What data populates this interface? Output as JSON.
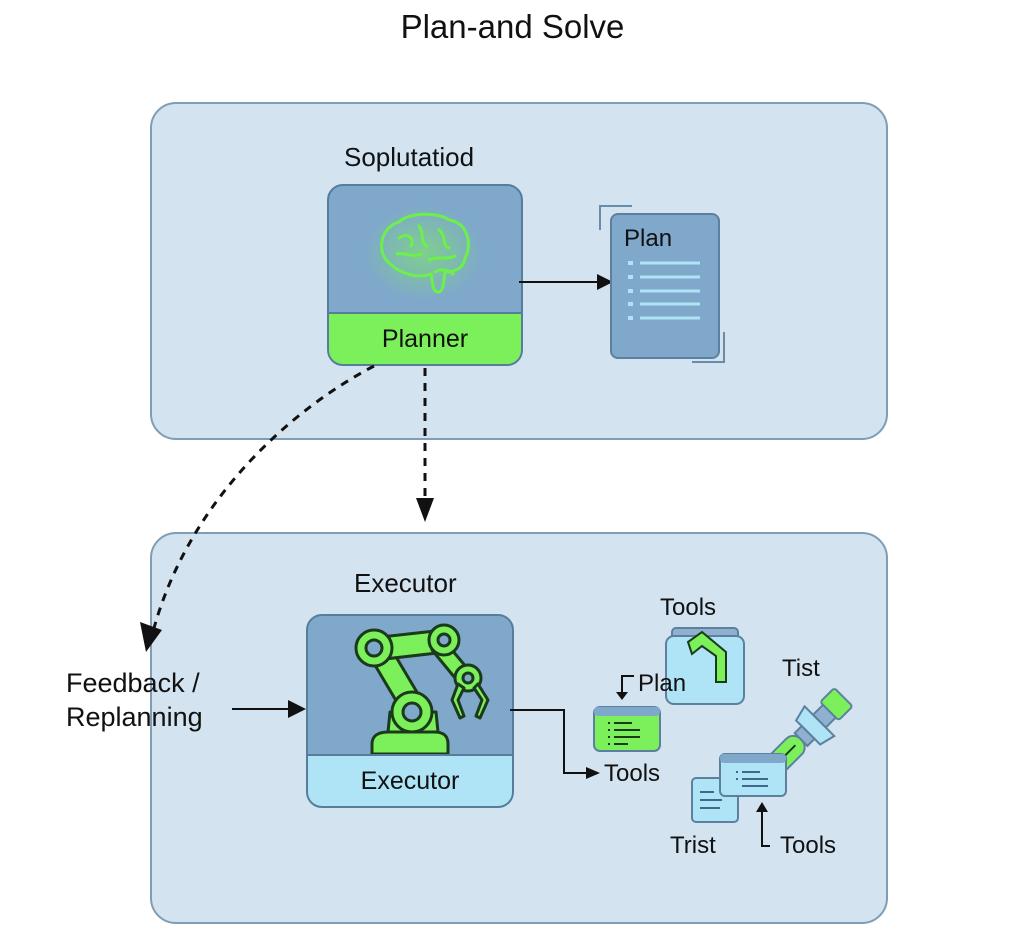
{
  "title": "Plan-and Solve",
  "planner_panel": {
    "heading": "Soplutatiod",
    "planner_node": {
      "label": "Planner",
      "icon": "brain-icon"
    },
    "plan_doc": {
      "label": "Plan",
      "icon": "document-list-icon",
      "line_count": 5
    }
  },
  "executor_panel": {
    "heading": "Executor",
    "executor_node": {
      "label": "Executor",
      "icon": "robot-arm-icon"
    },
    "tools": {
      "labels": {
        "tools_top": "Tools",
        "plan": "Plan",
        "tist": "Tist",
        "tools_mid": "Tools",
        "trist": "Trist",
        "tools_bottom": "Tools"
      }
    }
  },
  "feedback": {
    "line1": "Feedback /",
    "line2": "Replanning"
  },
  "colors": {
    "panel_bg": "#d3e3f0",
    "panel_border": "#7f9db5",
    "node_bg": "#7fa8cb",
    "accent_green": "#7cf05a",
    "accent_cyan": "#aee4f5"
  }
}
